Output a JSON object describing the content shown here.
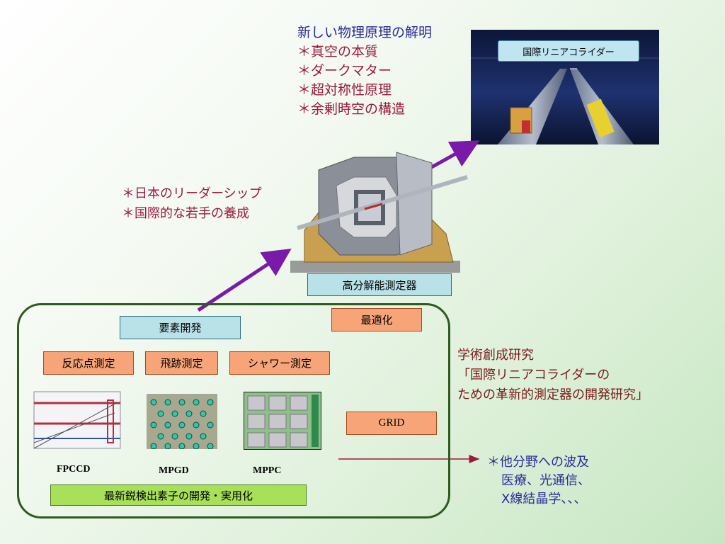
{
  "goal": {
    "title": "新しい物理原理の解明",
    "items": [
      "＊真空の本質",
      "＊ダークマター",
      "＊超対称性原理",
      "＊余剰時空の構造"
    ]
  },
  "ilc": {
    "label": "国際リニアコライダー"
  },
  "leadership": {
    "items": [
      "＊日本のリーダーシップ",
      "＊国際的な若手の養成"
    ]
  },
  "detector": {
    "label": "高分解能測定器"
  },
  "elements": {
    "dev_label": "要素開発",
    "optimize_label": "最適化",
    "measurements": [
      "反応点測定",
      "飛跡測定",
      "シャワー測定"
    ],
    "grid_label": "GRID",
    "sensors": [
      "FPCCD",
      "MPGD",
      "MPPC"
    ],
    "summary_label": "最新鋭検出素子の開発・実用化"
  },
  "research": {
    "lines": [
      "学術創成研究",
      "「国際リニアコライダーの",
      "ための革新的測定器の開発研究」"
    ]
  },
  "spinoff": {
    "title": "＊他分野への波及",
    "lines": [
      "医療、光通信、",
      "X線結晶学、、、"
    ]
  },
  "colors": {
    "arrow": "#7a1aa8",
    "frame": "#2f5a1f",
    "spinoff_arrow": "#9a1a3a"
  }
}
